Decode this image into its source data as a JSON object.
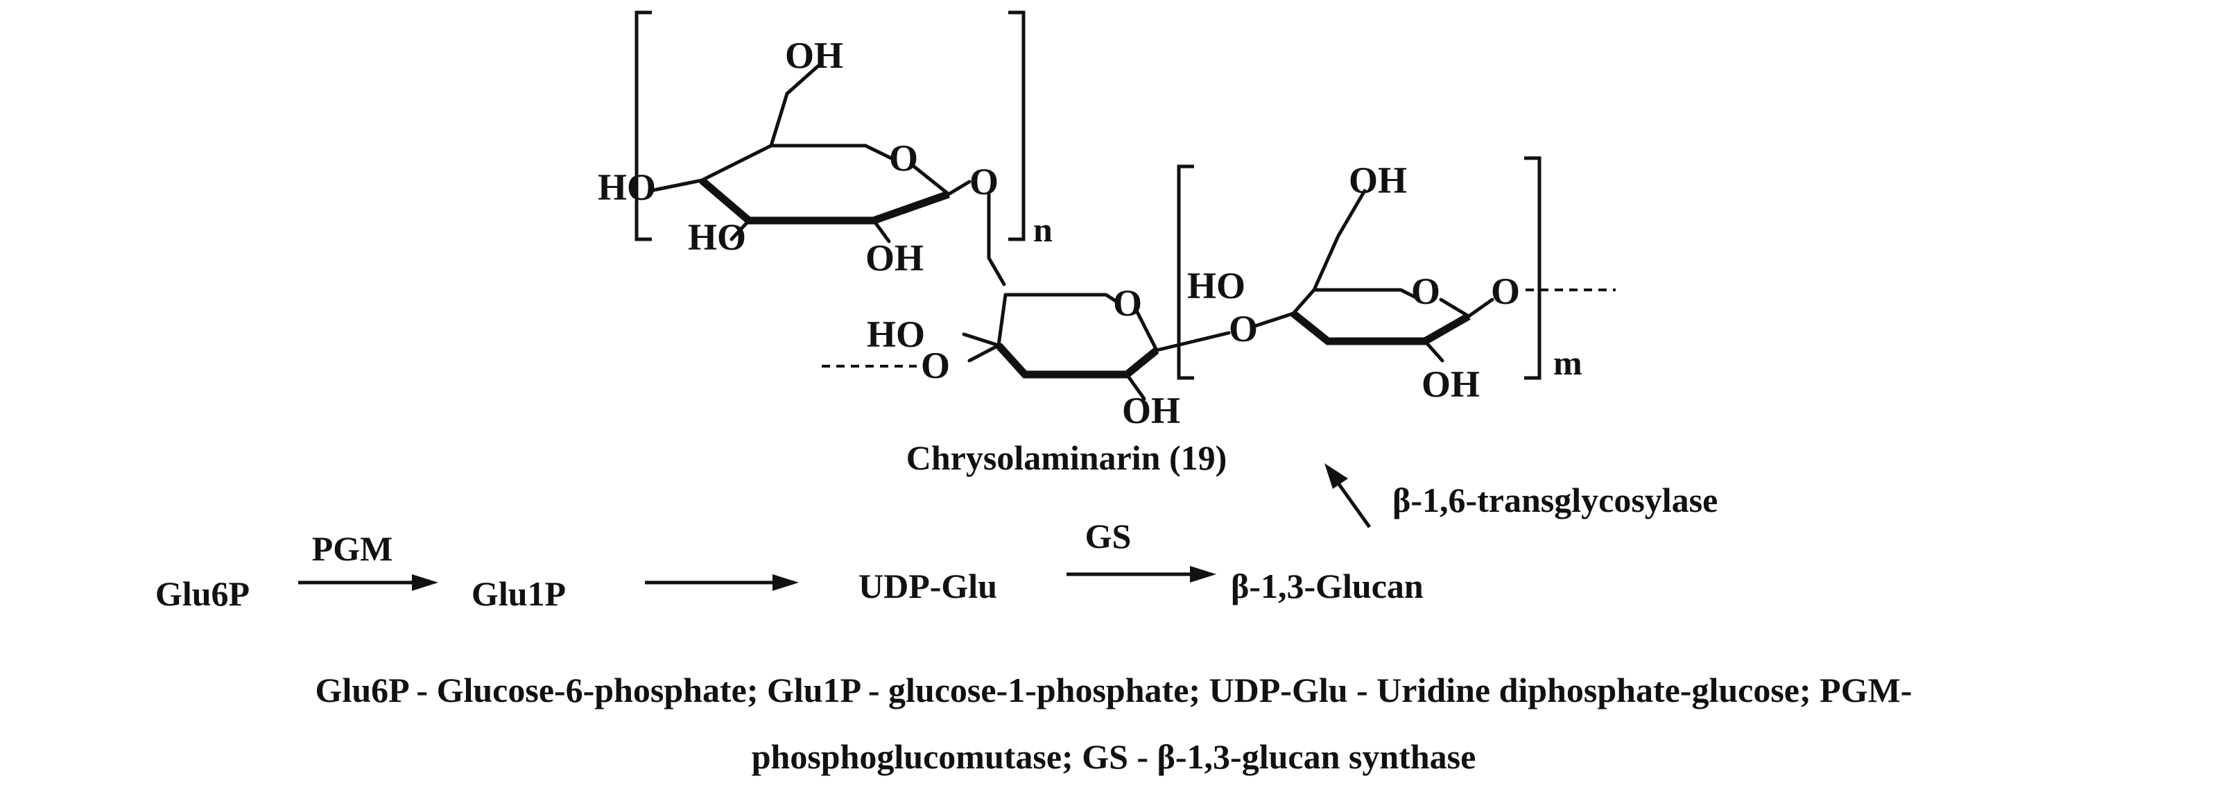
{
  "structure": {
    "oh": "OH",
    "ho": "HO",
    "ring_oxygen": "O",
    "repeat_n": "n",
    "repeat_m": "m",
    "compound_name": "Chrysolaminarin (19)"
  },
  "pathway": {
    "glu6p": "Glu6P",
    "glu1p": "Glu1P",
    "udp_glu": "UDP-Glu",
    "glucan": "β-1,3-Glucan",
    "enzyme_pgm": "PGM",
    "enzyme_gs": "GS",
    "enzyme_transglycosylase": "β-1,6-transglycosylase"
  },
  "caption": {
    "line1": "Glu6P - Glucose-6-phosphate; Glu1P - glucose-1-phosphate; UDP-Glu - Uridine diphosphate-glucose; PGM-",
    "line2": "phosphoglucomutase; GS - β-1,3-glucan synthase"
  }
}
